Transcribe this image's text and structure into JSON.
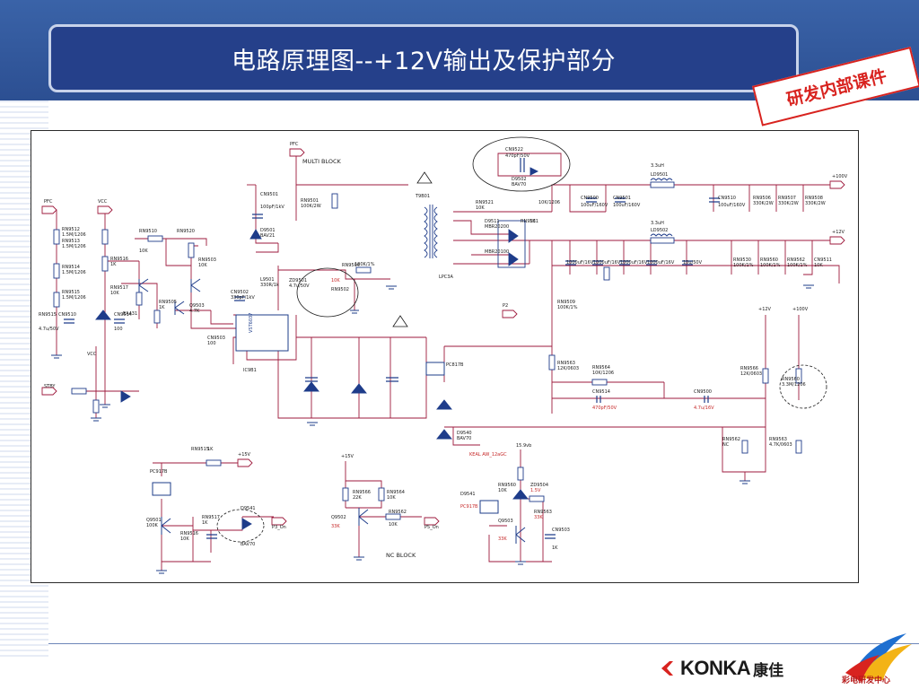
{
  "slide": {
    "title": "电路原理图--+12V输出及保护部分",
    "stamp": "研发内部课件"
  },
  "diagram": {
    "blocks": {
      "multi": "MULTI BLOCK",
      "nc": "NC BLOCK"
    },
    "labels": {
      "pfc_a": "PFC",
      "pfc_b": "PFC",
      "vcc_a": "VCC",
      "vcc_b": "VCC",
      "stby": "STBY",
      "p2": "P2",
      "v12_a": "+12V",
      "v100": "+100V",
      "out_12v": "+12V",
      "out_100v": "+100V",
      "v15_a": "+15V",
      "v15_b": "+15V",
      "v15_c": "15.9vb",
      "p3_on": "P3_On",
      "p5_on": "P5_On",
      "nc_fault": "KEAL AW_12aGC",
      "ic_name": "VST6037",
      "ic_hl": "IC9B1",
      "transformer": "T9B01",
      "rectifier": "LPC3A"
    },
    "parts": {
      "r9512": "RN9512",
      "r9513": "RN9513",
      "r9514": "RN9514",
      "r9515": "RN9515",
      "c9510": "CN9510",
      "r9510": "RN9510",
      "r9515b": "RN9515",
      "r9516": "RN9516",
      "r9517": "RN9517",
      "c9514": "CN9514",
      "r9520": "RN9520",
      "r9503": "RN9503",
      "r9505": "RN9505",
      "d9501": "D9501",
      "c9501": "CN9501",
      "r9501": "RN9501",
      "d9502": "D9502",
      "r9502": "RN9502",
      "c9502": "CN9502",
      "c9503": "CN9503",
      "r9504": "RN9504",
      "z9501": "ZD9501",
      "ea": "EA431",
      "r9521": "RN9521",
      "r9531": "RN9531",
      "r9530": "RN9530",
      "c9500": "CN9500",
      "c9501b": "CN9501",
      "c9510b": "CN9510",
      "c9511": "CN9511",
      "d9511": "D9511",
      "r9506": "RN9506",
      "r9507": "RN9507",
      "r9508": "RN9508",
      "l9501": "L9501",
      "ld9501": "LD9501",
      "ld9502": "LD9502",
      "r9509": "RN9509",
      "c9522": "CN9522",
      "r9560": "RN9560",
      "r9562": "RN9562",
      "r9563": "RN9563",
      "r9564": "RN9564",
      "r9566": "RN9566",
      "d9540": "D9540",
      "d9541": "D9541",
      "z9501b": "ZD9504",
      "q9501": "Q9501",
      "q9502": "Q9502",
      "q9503": "Q9503",
      "pc917": "PC917B",
      "pc817": "PC817B"
    },
    "values": {
      "v1": "1.5M/1206",
      "v2": "1.5M/1206",
      "v3": "1.5M/1206",
      "v4": "1.5M/1206",
      "v5": "1K",
      "v6": "10K",
      "v7": "10K",
      "v8": "4.7u/50V",
      "v9": "100",
      "v10": "10K",
      "v11": "1K",
      "v12": "4.7K",
      "v13": "100",
      "v14": "100pF/1kV",
      "v15": "100K/2W",
      "v16": "BAV21",
      "v17": "330R/1k",
      "v18": "330pF/1kV",
      "v19": "100K/1%",
      "v20": "1000uF/16V",
      "v21": "1000uF/16V",
      "v22": "1000uF/16V",
      "v23": "3.3uH",
      "v24": "3.3uH",
      "v25": "100uF/160V",
      "v26": "100K/1%",
      "v27": "330K/2W",
      "v28": "330K/2W",
      "v29": "12K/0603",
      "v30": "10K/1206",
      "v31": "4.7K/0603",
      "v32": "3.3M/1206",
      "v33": "0.1u/50V",
      "v34": "10u/50V",
      "v35": "4.7u/50V",
      "v36": "MBR20200",
      "v37": "MBR20100",
      "v38": "10K",
      "v39": "1K",
      "v40": "22K",
      "v41": "10K",
      "v42": "BAV70",
      "v43": "10K",
      "v44": "1K",
      "v45": "100K",
      "v46": "1.5V",
      "v47": "33K",
      "v48": "470pF/50V",
      "v49": "4.7u/16V",
      "v50": "NC"
    }
  },
  "footer": {
    "brand": "KONKA",
    "brand_cn": "康佳",
    "dept": "彩电研发中心"
  },
  "colors": {
    "wire": "#9e1a3c",
    "component": "#1e3c8a",
    "text": "#1a1a1a",
    "title_band": "#2c4f92",
    "title_box": "#25408a",
    "stamp": "#d8231f"
  }
}
